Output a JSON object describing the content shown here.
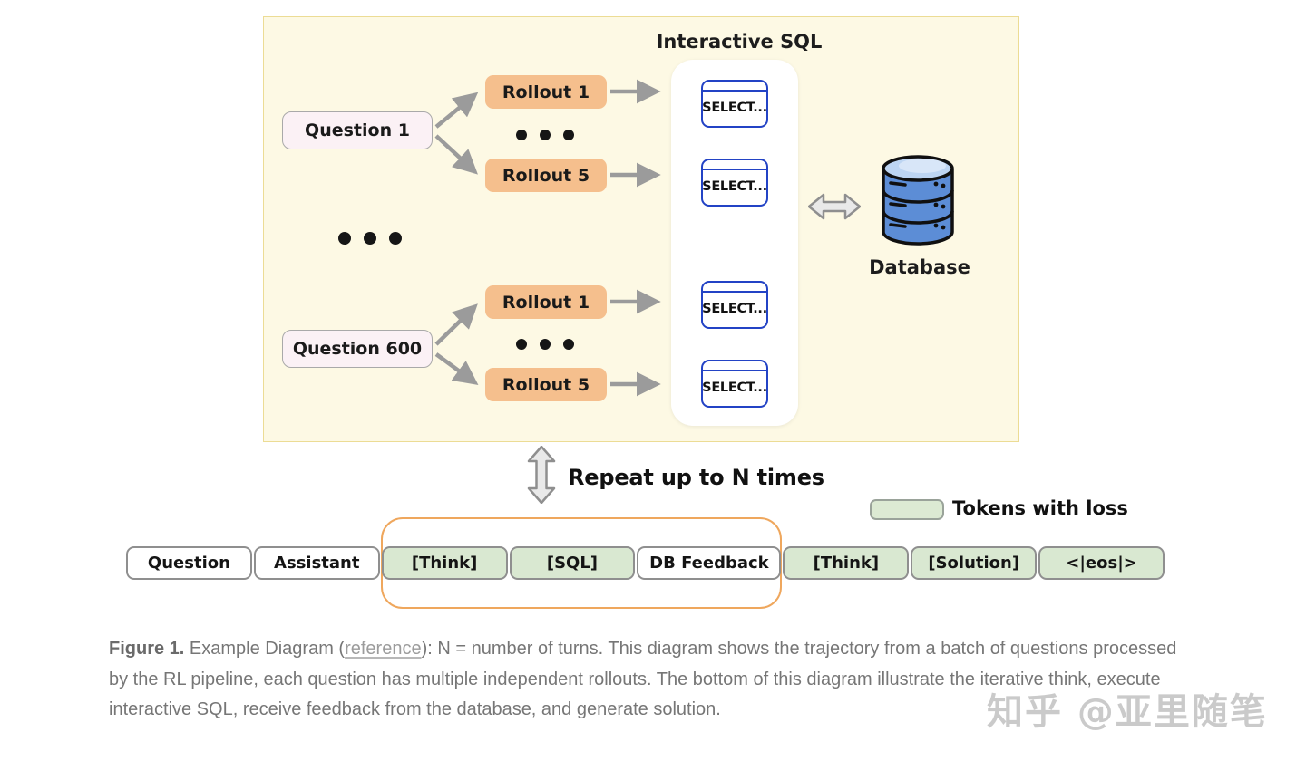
{
  "diagram": {
    "interactive_sql_label": "Interactive SQL",
    "question1": "Question 1",
    "question600": "Question 600",
    "rollout1": "Rollout 1",
    "rollout5": "Rollout 5",
    "select_label": "SELECT...",
    "database_label": "Database",
    "repeat_label": "Repeat up to N times"
  },
  "legend": {
    "label": "Tokens with loss"
  },
  "tokens": [
    {
      "label": "Question",
      "loss": false
    },
    {
      "label": "Assistant",
      "loss": false
    },
    {
      "label": "[Think]",
      "loss": true
    },
    {
      "label": "[SQL]",
      "loss": true
    },
    {
      "label": "DB Feedback",
      "loss": false
    },
    {
      "label": "[Think]",
      "loss": true
    },
    {
      "label": "[Solution]",
      "loss": true
    },
    {
      "label": "<|eos|>",
      "loss": true
    }
  ],
  "caption": {
    "figure_label": "Figure 1.",
    "before_link": " Example Diagram (",
    "link_text": "reference",
    "after_link": "): N = number of turns. This diagram shows the trajectory from a batch of questions processed by the RL pipeline, each question has multiple independent rollouts. The bottom of this diagram illustrate the iterative think, execute interactive SQL, receive feedback from the database, and generate solution."
  },
  "watermark": "知乎 @亚里随笔",
  "colors": {
    "diagram_bg": "#fdf9e4",
    "diagram_border": "#ecdc95",
    "question_bg": "#fbf1f5",
    "rollout_bg": "#f5bf8d",
    "sql_blue": "#2343c5",
    "arrow_gray": "#9b9b9b",
    "database_blue": "#5c8dd6",
    "database_top": "#bdd5f2",
    "token_loss_green": "#d9e8d1",
    "loss_frame_orange": "#efa75d",
    "caption_gray": "#767676"
  }
}
